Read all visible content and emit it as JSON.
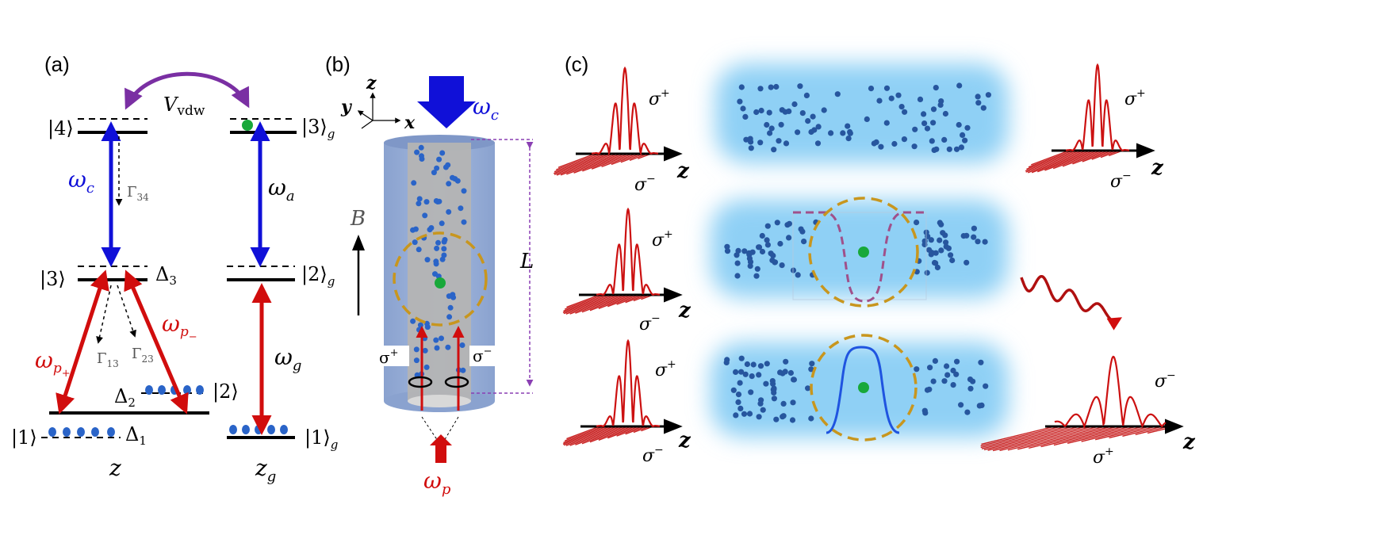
{
  "panels": {
    "a": "(a)",
    "b": "(b)",
    "c": "(c)"
  },
  "panel_a": {
    "state4": "|4⟩",
    "state3": "|3⟩",
    "state1": "|1⟩",
    "state2": "|2⟩",
    "state3g": "|3⟩",
    "state3g_sub": "g",
    "state2g": "|2⟩",
    "state2g_sub": "g",
    "state1g": "|1⟩",
    "state1g_sub": "g",
    "vdw": "V",
    "vdw_sub": "vdw",
    "omega_c": "ω",
    "omega_c_sub": "c",
    "omega_a": "ω",
    "omega_a_sub": "a",
    "omega_g": "ω",
    "omega_g_sub": "g",
    "omega_pp": "ω",
    "omega_pp_sub": "p",
    "omega_pp_subsub": "+",
    "omega_pm": "ω",
    "omega_pm_sub": "p",
    "omega_pm_subsub": "−",
    "gamma34": "Γ",
    "gamma34_sub": "34",
    "gamma13": "Γ",
    "gamma13_sub": "13",
    "gamma23": "Γ",
    "gamma23_sub": "23",
    "delta3": "Δ",
    "delta3_sub": "3",
    "delta2": "Δ",
    "delta2_sub": "2",
    "delta1": "Δ",
    "delta1_sub": "1",
    "label_z": "z",
    "label_zg": "z",
    "label_zg_sub": "g"
  },
  "panel_b": {
    "axis_z": "z",
    "axis_y": "y",
    "axis_x": "x",
    "omega_c": "ω",
    "omega_c_sub": "c",
    "b_field": "B",
    "length": "L",
    "sigma_plus": "σ",
    "sigma_plus_sup": "+",
    "sigma_minus": "σ",
    "sigma_minus_sup": "−",
    "omega_p": "ω",
    "omega_p_sub": "p"
  },
  "panel_c": {
    "sigma": "σ",
    "plus": "+",
    "minus": "−",
    "axis_z": "z"
  },
  "colors": {
    "red": "#d10d0d",
    "blue": "#1010d8",
    "purple": "#7a2fa3",
    "gold": "#c8961e",
    "green": "#18a83a",
    "dot": "#27569e",
    "cloud": "#8fd0f5"
  }
}
